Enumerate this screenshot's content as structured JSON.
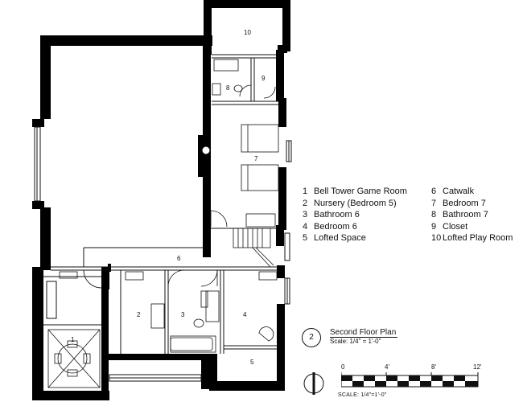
{
  "rooms": [
    {
      "num": "1",
      "label": "Bell Tower Game Room"
    },
    {
      "num": "2",
      "label": "Nursery (Bedroom 5)"
    },
    {
      "num": "3",
      "label": "Bathroom 6"
    },
    {
      "num": "4",
      "label": "Bedroom 6"
    },
    {
      "num": "5",
      "label": "Lofted Space"
    },
    {
      "num": "6",
      "label": "Catwalk"
    },
    {
      "num": "7",
      "label": "Bedroom 7"
    },
    {
      "num": "8",
      "label": "Bathroom 7"
    },
    {
      "num": "9",
      "label": "Closet"
    },
    {
      "num": "10",
      "label": "Lofted Play Room"
    }
  ],
  "title": {
    "number": "2",
    "text": "Second Floor Plan",
    "scale": "Scale: 1/4\" = 1'-0\""
  },
  "scale_bar": {
    "ticks": [
      "0",
      "4'",
      "8'",
      "12'"
    ],
    "caption": "SCALE: 1/4\"=1'-0\""
  },
  "colors": {
    "wall": "#000000",
    "line": "#111111",
    "background": "#ffffff"
  }
}
